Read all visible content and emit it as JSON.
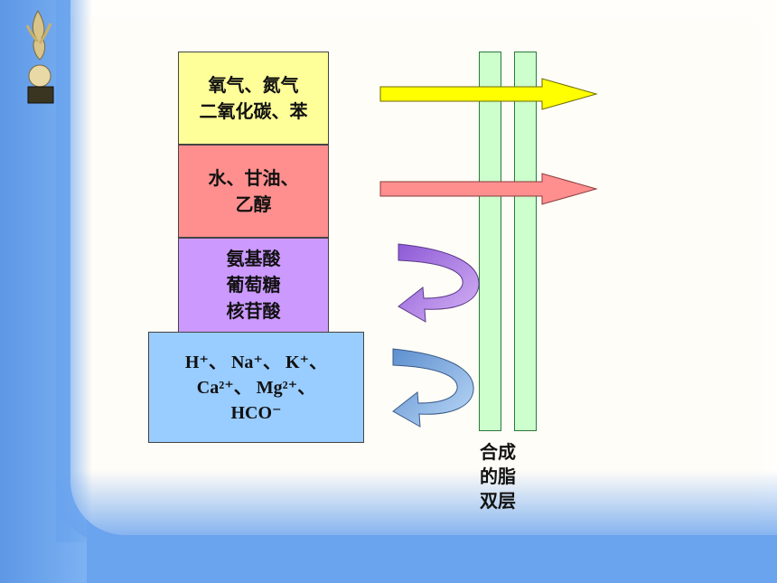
{
  "boxes": {
    "gases": {
      "line1": "氧气、氮气",
      "line2": "二氧化碳、苯",
      "color": "#ffff99"
    },
    "small_polar": {
      "line1": "水、甘油、",
      "line2": "乙醇",
      "color": "#ff8f8f"
    },
    "organic": {
      "line1": "氨基酸",
      "line2": "葡萄糖",
      "line3": "核苷酸",
      "color": "#cc99ff"
    },
    "ions": {
      "line1": "H⁺、 Na⁺、 K⁺、",
      "line2": "Ca²⁺、 Mg²⁺、",
      "line3": "HCO⁻",
      "color": "#99ccff"
    }
  },
  "membrane": {
    "label_line1": "合成",
    "label_line2": "的脂",
    "label_line3": "双层",
    "color": "#ccffcc"
  },
  "arrows": {
    "gases_arrow": {
      "color": "#ffff00",
      "direction": "through"
    },
    "water_arrow": {
      "color": "#ff8f8f",
      "direction": "through"
    },
    "organic_arrow": {
      "color": "#b07ae6",
      "direction": "blocked"
    },
    "ions_arrow": {
      "color": "#7fb0e6",
      "direction": "blocked"
    }
  }
}
